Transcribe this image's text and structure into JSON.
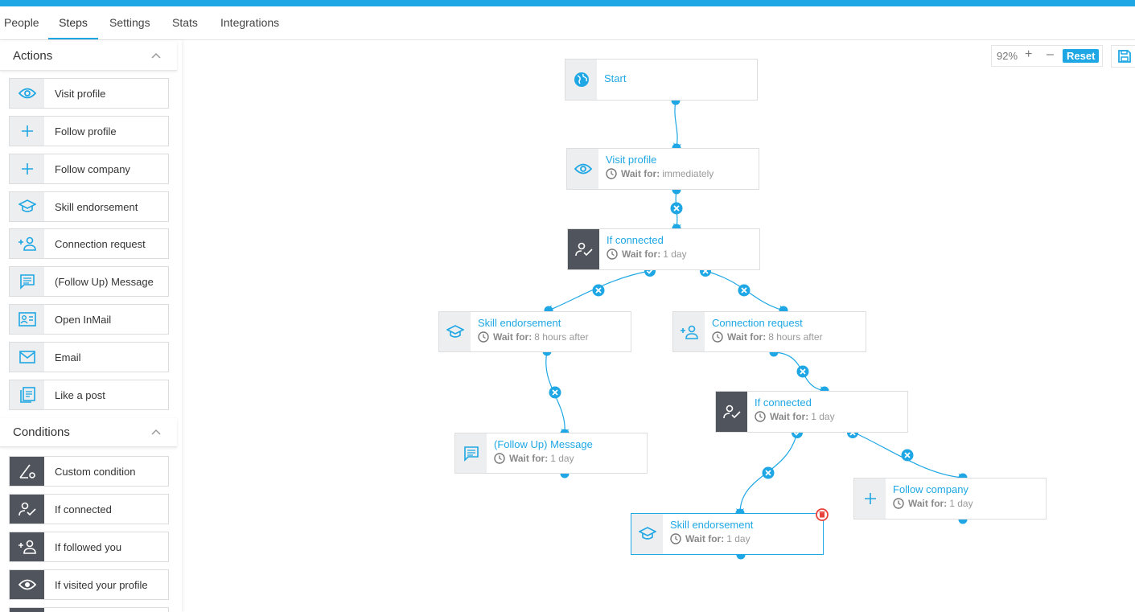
{
  "tabs": [
    {
      "label": "People"
    },
    {
      "label": "Steps"
    },
    {
      "label": "Settings"
    },
    {
      "label": "Stats"
    },
    {
      "label": "Integrations"
    }
  ],
  "sidebar": {
    "actions_title": "Actions",
    "actions": [
      {
        "label": "Visit profile",
        "icon": "eye-icon"
      },
      {
        "label": "Follow profile",
        "icon": "plus-icon"
      },
      {
        "label": "Follow company",
        "icon": "plus-icon"
      },
      {
        "label": "Skill endorsement",
        "icon": "graduation-cap-icon"
      },
      {
        "label": "Connection request",
        "icon": "add-user-icon"
      },
      {
        "label": "(Follow Up) Message",
        "icon": "message-icon"
      },
      {
        "label": "Open InMail",
        "icon": "id-card-icon"
      },
      {
        "label": "Email",
        "icon": "envelope-icon"
      },
      {
        "label": "Like a post",
        "icon": "document-icon"
      }
    ],
    "conditions_title": "Conditions",
    "conditions": [
      {
        "label": "Custom condition",
        "icon": "custom-condition-icon"
      },
      {
        "label": "If connected",
        "icon": "user-check-icon"
      },
      {
        "label": "If followed you",
        "icon": "add-user-icon"
      },
      {
        "label": "If visited your profile",
        "icon": "eye-icon"
      }
    ]
  },
  "zoom": {
    "level": "92%",
    "plus": "+",
    "minus": "–",
    "reset": "Reset"
  },
  "flow": {
    "wait_label": "Wait for:",
    "nodes": {
      "start": {
        "title": "Start"
      },
      "visit": {
        "title": "Visit profile",
        "wait": "immediately"
      },
      "ifconn1": {
        "title": "If connected",
        "wait": "1 day"
      },
      "skill1": {
        "title": "Skill endorsement",
        "wait": "8 hours after"
      },
      "connreq": {
        "title": "Connection request",
        "wait": "8 hours after"
      },
      "ifconn2": {
        "title": "If connected",
        "wait": "1 day"
      },
      "followup": {
        "title": "(Follow Up) Message",
        "wait": "1 day"
      },
      "followco": {
        "title": "Follow company",
        "wait": "1 day"
      },
      "skill2": {
        "title": "Skill endorsement",
        "wait": "1 day"
      }
    }
  },
  "colors": {
    "accent": "#1ea7e4",
    "dark_icon_bg": "#50545c",
    "delete_red": "#e8403a"
  }
}
